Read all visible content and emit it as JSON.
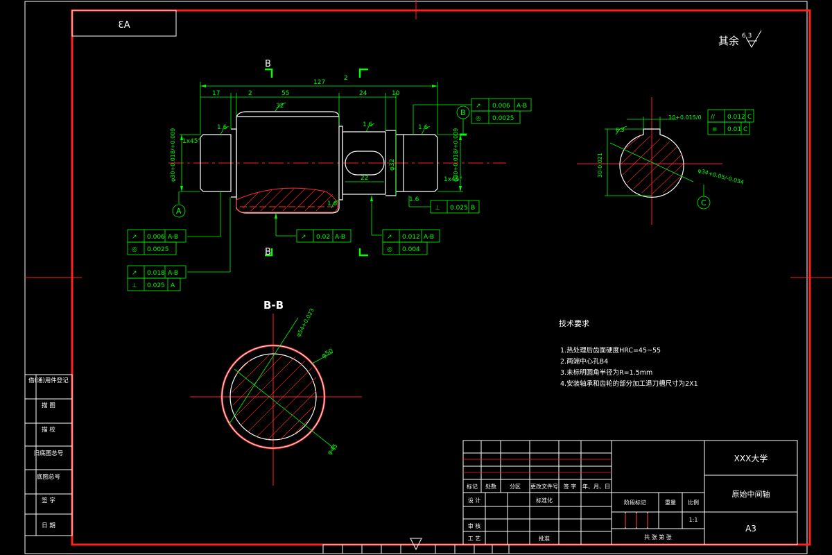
{
  "format_mirror": "A3",
  "roughness": {
    "label": "其余",
    "value": "6.3"
  },
  "section_markers": [
    "B",
    "B"
  ],
  "dims_top": {
    "overall": "127",
    "d17": "17",
    "d2a": "2",
    "d55": "55",
    "d24": "24",
    "d10": "10",
    "d2b": "2",
    "keyway": "22",
    "chamfer_left": "1x45°",
    "chamfer_right": "1x45°",
    "dia_left": "φ30+0.018/+0.009",
    "dia_right": "φ30+0.018/+0.009",
    "dia32": "φ32",
    "r32": "32",
    "r16a": "1.6",
    "r16b": "1.6",
    "r16c": "1.6",
    "r16d": "1.6",
    "r16e": "1.6"
  },
  "datums": [
    "A",
    "B",
    "C"
  ],
  "tolerance_frames": [
    {
      "sym": "↗",
      "val": "0.006",
      "ref": "A-B"
    },
    {
      "sym": "◎",
      "val": "0.0025",
      "ref": ""
    },
    {
      "sym": "↗",
      "val": "0.006",
      "ref": "A-B"
    },
    {
      "sym": "◎",
      "val": "0.0025",
      "ref": ""
    },
    {
      "sym": "↗",
      "val": "0.018",
      "ref": "A-B"
    },
    {
      "sym": "⊥",
      "val": "0.025",
      "ref": "A"
    },
    {
      "sym": "↗",
      "val": "0.02",
      "ref": "A-B"
    },
    {
      "sym": "↗",
      "val": "0.012",
      "ref": "A-B"
    },
    {
      "sym": "◎",
      "val": "0.004",
      "ref": ""
    },
    {
      "sym": "⊥",
      "val": "0.025",
      "ref": "B"
    },
    {
      "sym": "//",
      "val": "0.012",
      "ref": "C"
    },
    {
      "sym": "≡",
      "val": "0.01",
      "ref": "C"
    }
  ],
  "section_right": {
    "width": "10+0.015/0",
    "depth": "30-0.021",
    "dia": "φ34+0.05/-0.034",
    "rough": "6.3"
  },
  "section_bb": {
    "title": "B-B",
    "dia54": "φ54+0.023",
    "dia50": "φ50",
    "dia45": "φ45"
  },
  "tech_req": {
    "title": "技术要求",
    "items": [
      "1.热处理后齿面硬度HRC=45~55",
      "2.两端中心孔B4",
      "3.未标明圆角半径为R=1.5mm",
      "4.安装轴承和齿轮的部分加工退刀槽尺寸为2X1"
    ]
  },
  "side_labels": [
    "借(通)用件登记",
    "描 图",
    "描 校",
    "旧底图总号",
    "底图总号",
    "签 字",
    "日 期"
  ],
  "title_block": {
    "university": "XXX大学",
    "part_name": "原始中间轴",
    "format": "A3",
    "scale": "1:1",
    "row_labels": [
      "标记",
      "处数",
      "分区",
      "更改文件号",
      "签 字",
      "年、月、日"
    ],
    "design": "设 计",
    "standard": "标准化",
    "review": "审 核",
    "process": "工 艺",
    "approve": "批准",
    "stage_mark": "阶段标记",
    "weight": "重量",
    "ratio": "比例",
    "sheets": "共  张  第  张"
  }
}
